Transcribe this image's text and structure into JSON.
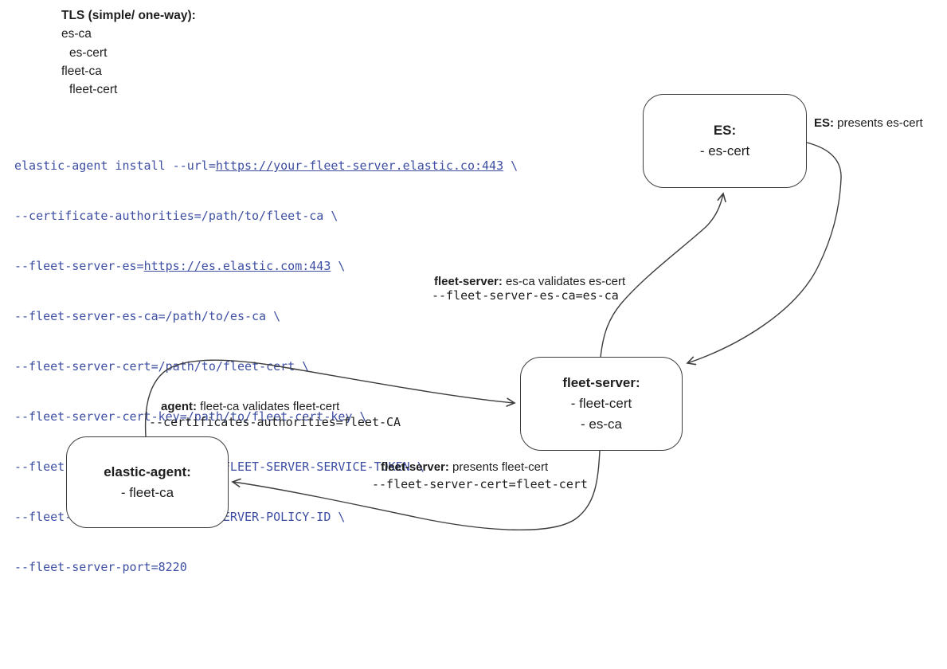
{
  "legend": {
    "title": "TLS (simple/ one-way):",
    "items": [
      "es-ca",
      "es-cert",
      "fleet-ca",
      "fleet-cert"
    ]
  },
  "command": {
    "lines": [
      {
        "pre": "elastic-agent install --url=",
        "url": "https://your-fleet-server.elastic.co:443",
        "post": " \\"
      },
      {
        "pre": "--certificate-authorities=/path/to/fleet-ca \\"
      },
      {
        "pre": "--fleet-server-es=",
        "url": "https://es.elastic.com:443",
        "post": " \\"
      },
      {
        "pre": "--fleet-server-es-ca=/path/to/es-ca \\"
      },
      {
        "pre": "--fleet-server-cert=/path/to/fleet-cert \\"
      },
      {
        "pre": "--fleet-server-cert-key=/path/to/fleet-cert-key \\"
      },
      {
        "pre": "--fleet-server-service-token=FLEET-SERVER-SERVICE-TOKEN \\"
      },
      {
        "pre": "--fleet-server-policy=FLEET-SERVER-POLICY-ID \\"
      },
      {
        "pre": "--fleet-server-port=8220"
      }
    ]
  },
  "nodes": {
    "es": {
      "title": "ES:",
      "items": [
        "- es-cert"
      ]
    },
    "fleet_server": {
      "title": "fleet-server:",
      "items": [
        "- fleet-cert",
        "- es-ca"
      ]
    },
    "elastic_agent": {
      "title": "elastic-agent:",
      "items": [
        "- fleet-ca"
      ]
    }
  },
  "edge_labels": {
    "es_presents": {
      "bold": "ES:",
      "rest": " presents es-cert"
    },
    "fleet_validates_es": {
      "bold": "fleet-server:",
      "rest": " es-ca validates es-cert",
      "code": "--fleet-server-es-ca=es-ca"
    },
    "agent_validates_fleet": {
      "bold": "agent:",
      "rest": " fleet-ca validates fleet-cert",
      "code": "--certificates-authorities=fleet-CA"
    },
    "fleet_presents_cert": {
      "bold": "fleet-server:",
      "rest": " presents fleet-cert",
      "code": "--fleet-server-cert=fleet-cert"
    }
  },
  "colors": {
    "code_text": "#3e4fa3",
    "diagram_stroke": "#3d3d3d",
    "text": "#1e1e1e"
  }
}
